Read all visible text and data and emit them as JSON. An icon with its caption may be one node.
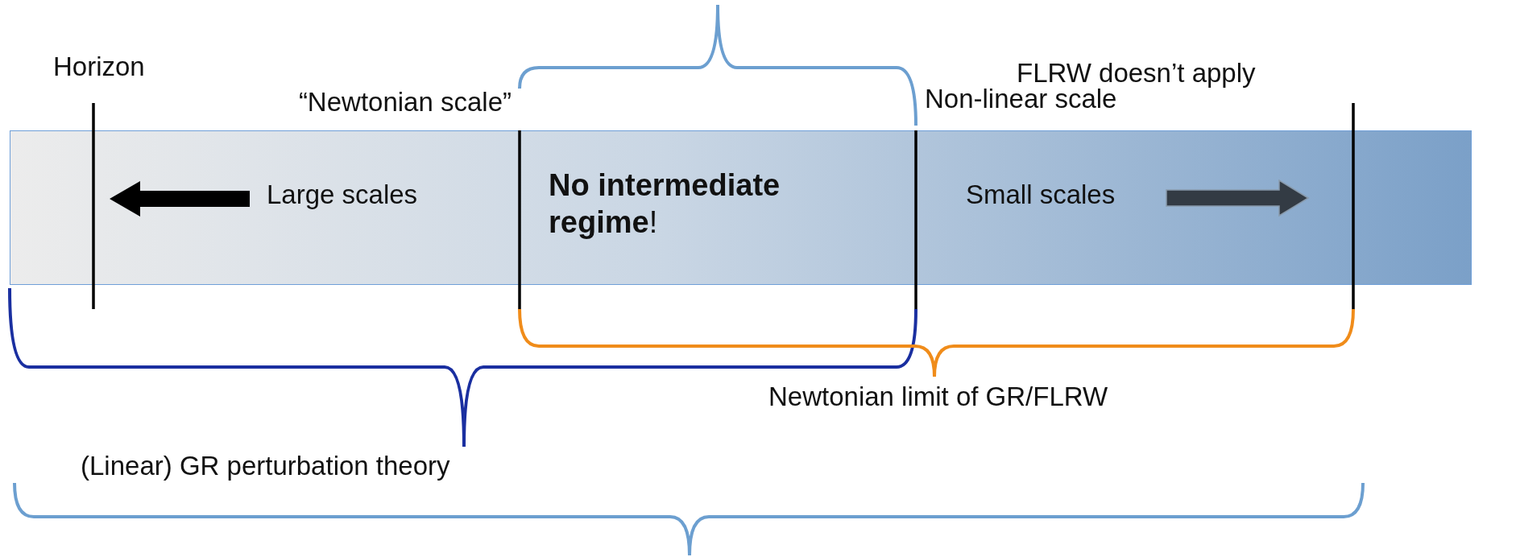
{
  "diagram": {
    "nodes": [
      {
        "text": [
          "Large scales",
          "**No intermediate regime**!",
          "Small scales"
        ]
      }
    ],
    "edges": [],
    "labels": [
      "Horizon",
      "“Newtonian scale”",
      "Non-linear scale",
      "FLRW doesn’t apply",
      "Newtonian limit of GR/FLRW",
      "(Linear) GR perturbation theory"
    ]
  }
}
